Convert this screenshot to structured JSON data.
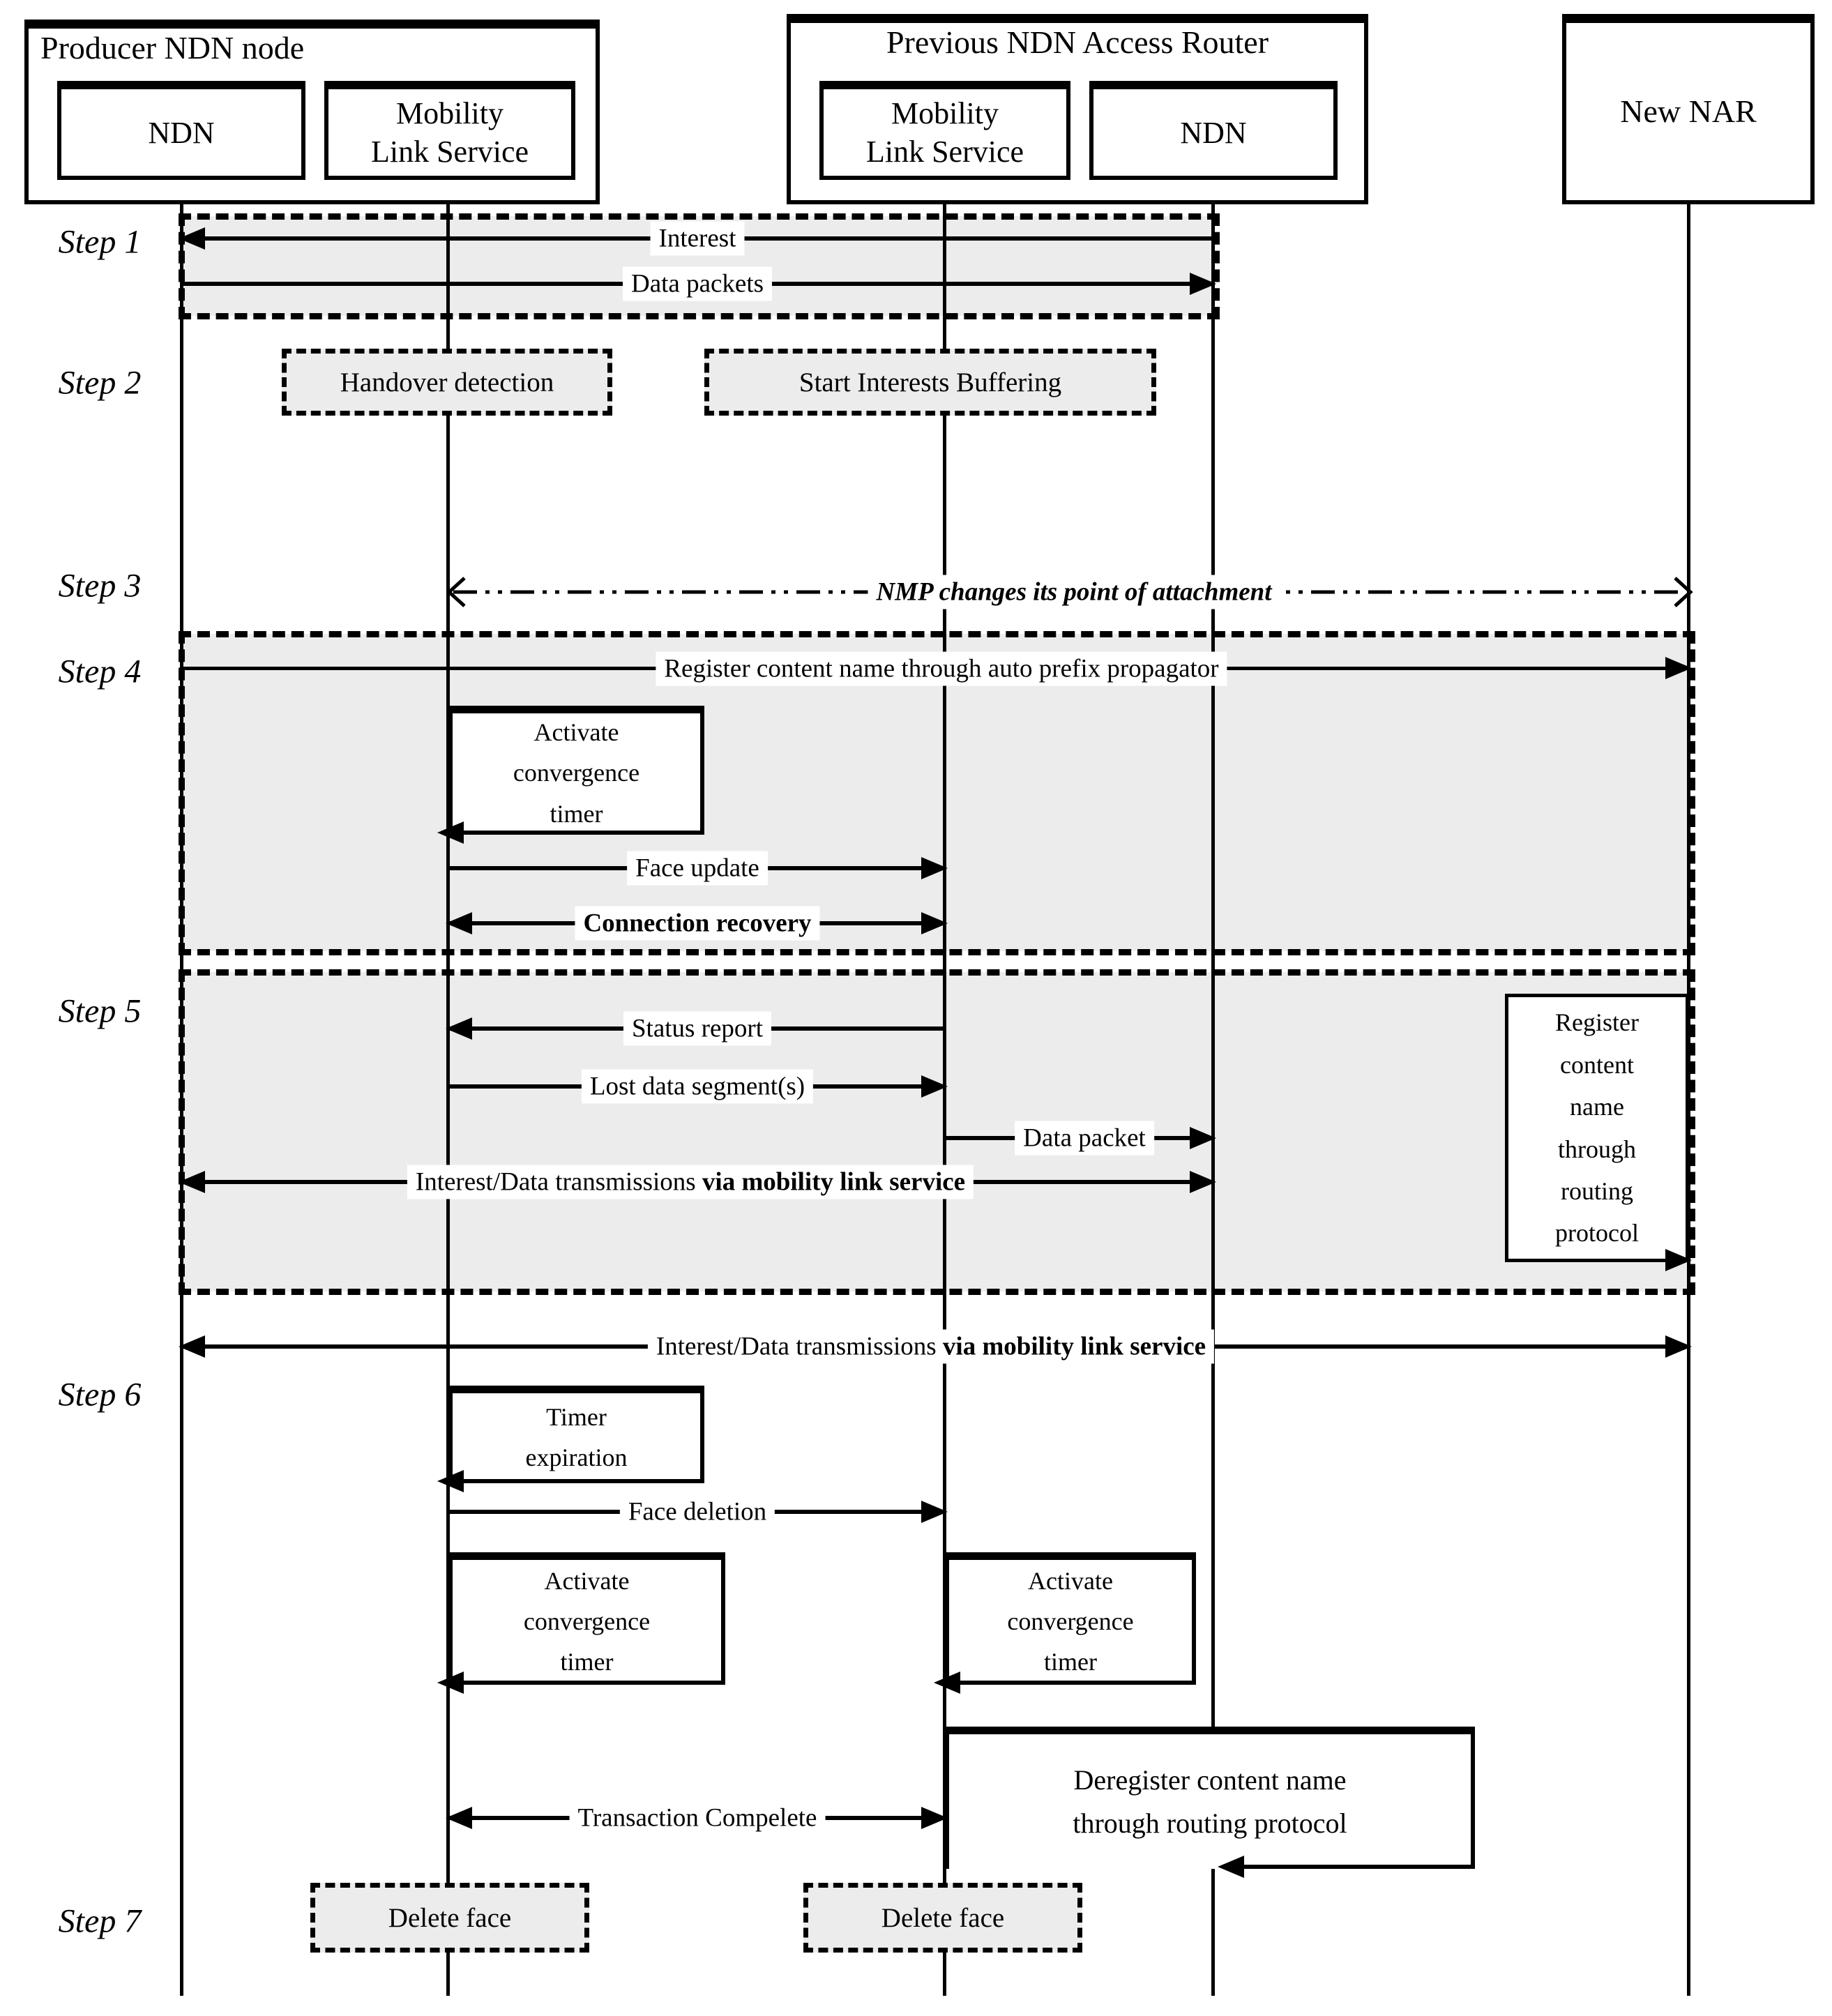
{
  "header": {
    "producer": {
      "title": "Producer NDN node",
      "ndn": "NDN",
      "mls1": "Mobility",
      "mls2": "Link Service"
    },
    "pnar": {
      "title": "Previous NDN Access Router",
      "mls1": "Mobility",
      "mls2": "Link Service",
      "ndn": "NDN"
    },
    "new_nar": {
      "title": "New NAR"
    }
  },
  "steps": {
    "s1": "Step 1",
    "s2": "Step 2",
    "s3": "Step 3",
    "s4": "Step 4",
    "s5": "Step 5",
    "s6": "Step 6",
    "s7": "Step 7"
  },
  "messages": {
    "interest": "Interest",
    "data_packets": "Data packets",
    "handover_detection": "Handover detection",
    "start_interests_buffering": "Start Interests Buffering",
    "nmp_change": "NMP changes its point of attachment",
    "register_auto_prefix": "Register content name through auto prefix propagator",
    "activate1": "Activate",
    "activate2": "convergence",
    "activate3": "timer",
    "face_update": "Face update",
    "connection_recovery": "Connection recovery",
    "status_report": "Status report",
    "lost_data_segments": "Lost data segment(s)",
    "data_packet": "Data packet",
    "interest_data_regular": "Interest/Data transmissions ",
    "interest_data_bold": "via mobility link service",
    "register_routing1": "Register",
    "register_routing2": "content",
    "register_routing3": "name",
    "register_routing4": "through",
    "register_routing5": "routing",
    "register_routing6": "protocol",
    "timer_expiration1": "Timer",
    "timer_expiration2": "expiration",
    "face_deletion": "Face deletion",
    "deregister1": "Deregister content name",
    "deregister2": "through routing protocol",
    "transaction_complete": "Transaction Compelete",
    "delete_face": "Delete face"
  },
  "colors": {
    "line": "#000000",
    "region_fill": "#ececec",
    "label_bg": "#ffffff",
    "background": "#ffffff"
  }
}
